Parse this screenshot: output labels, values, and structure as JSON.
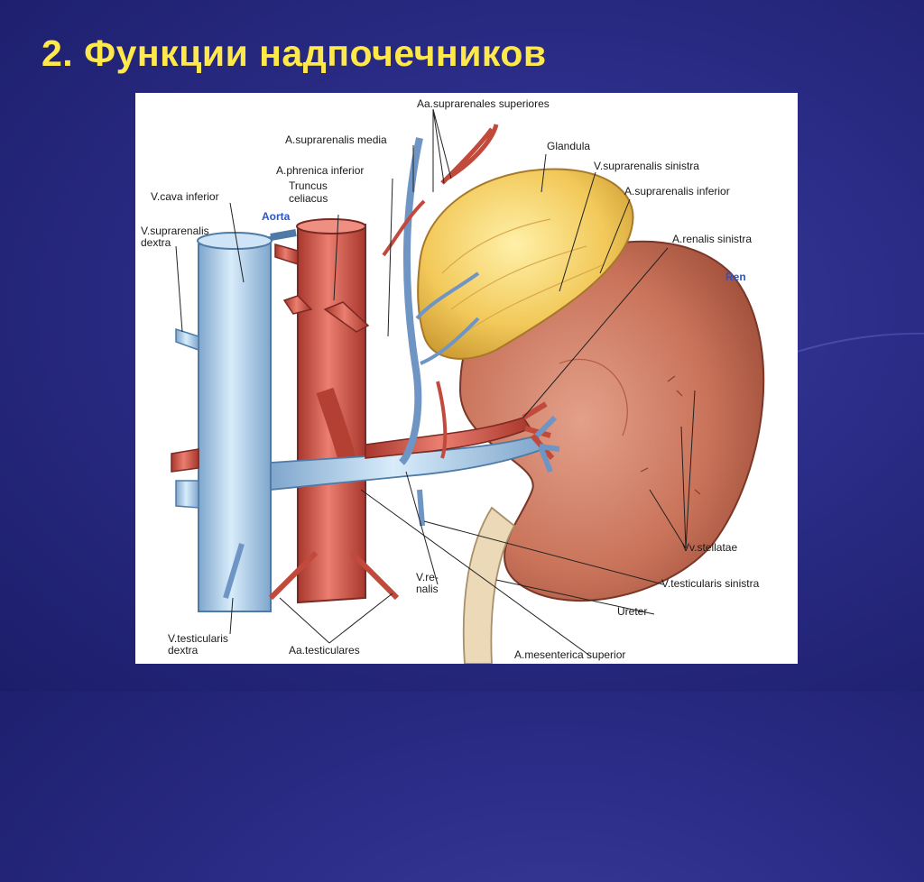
{
  "slide": {
    "title": "2. Функции надпочечников"
  },
  "labels": {
    "aa_suprarenales_superiores": "Aa.suprarenales superiores",
    "a_suprarenalis_media": "A.suprarenalis media",
    "glandula": "Glandula",
    "v_suprarenalis_sinistra": "V.suprarenalis sinistra",
    "a_phrenica_inferior": "A.phrenica inferior",
    "truncus_celiacus_1": "Truncus",
    "truncus_celiacus_2": "celiacus",
    "a_suprarenalis_inferior": "A.suprarenalis inferior",
    "v_cava_inferior": "V.cava inferior",
    "aorta": "Aorta",
    "a_renalis_sinistra": "A.renalis sinistra",
    "v_suprarenalis_dextra_1": "V.suprarenalis",
    "v_suprarenalis_dextra_2": "dextra",
    "ren": "Ren",
    "vv_stellatae": "Vv.stellatae",
    "v_renalis_1": "V.re-",
    "v_renalis_2": "nalis",
    "v_testicularis_sinistra": "V.testicularis sinistra",
    "ureter": "Ureter",
    "v_testicularis_dextra_1": "V.testicularis",
    "v_testicularis_dextra_2": "dextra",
    "aa_testiculares": "Aa.testiculares",
    "a_mesenterica_superior": "A.mesenterica superior"
  },
  "colors": {
    "title": "#ffe84a",
    "background": "#2a2c86",
    "artery": "#d9574a",
    "vein": "#a9cbe8",
    "kidney": "#c9735a",
    "gland": "#f2c95a",
    "label_accent": "#2a55c8"
  }
}
